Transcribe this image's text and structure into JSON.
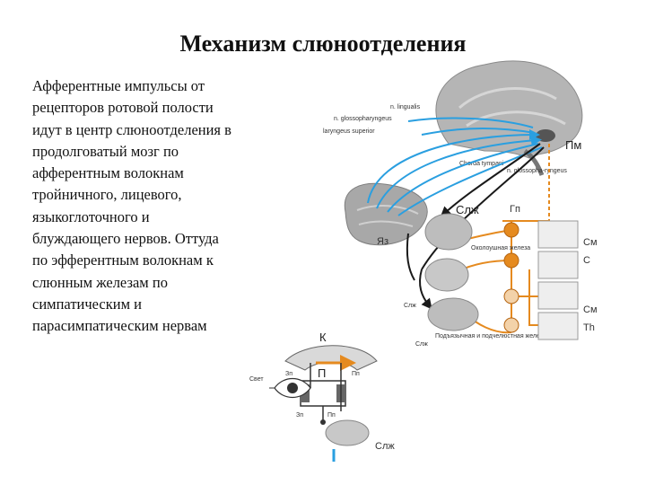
{
  "slide": {
    "title": "Механизм слюноотделения",
    "body_lines": [
      "Афферентные импульсы от",
      "рецепторов ротовой полости",
      "идут в центр слюноотделения в",
      "продолговатый мозг по",
      "афферентным волокнам",
      "тройничного, лицевого,",
      "языкоглоточного и",
      "блуждающего нервов. Оттуда",
      "по эфферентным волокнам к",
      "слюнным железам по",
      "симпатическим и",
      "парасимпатическим нервам"
    ]
  },
  "diagram": {
    "labels": {
      "n_lingualis": "n. lingualis",
      "n_glossopharyngeus": "n. glossopharyngeus",
      "n_laryngeus_superior": "laryngeus superior",
      "chorda_tympani": "Chorda tympani",
      "n_glossopharyngeus_lower": "n. glossopha-ryngeus",
      "medulla": "Пм",
      "tongue": "Яз",
      "gland_top": "Слж",
      "gland_mid": "Слж",
      "gland_bottom": "Слж",
      "ganglion": "Гп",
      "sm_top": "См",
      "sm_c": "С",
      "sm_mid": "См",
      "sm_th": "Th",
      "parotid_note": "Околоушная железа",
      "sublingual_note": "Подъязычная и подчелюстная железы",
      "cortex": "К",
      "subcortex": "П",
      "stimulus": "Свет",
      "zp_left": "Зп",
      "pp_right": "Пп",
      "zp_lower": "Зп",
      "pp_lower": "Пп",
      "gland_reflex": "Слж"
    },
    "colors": {
      "afferent": "#2a9fe0",
      "efferent_para": "#e58a1f",
      "efferent_symp": "#1a1a1a",
      "tissue": "#9a9a9a"
    }
  }
}
